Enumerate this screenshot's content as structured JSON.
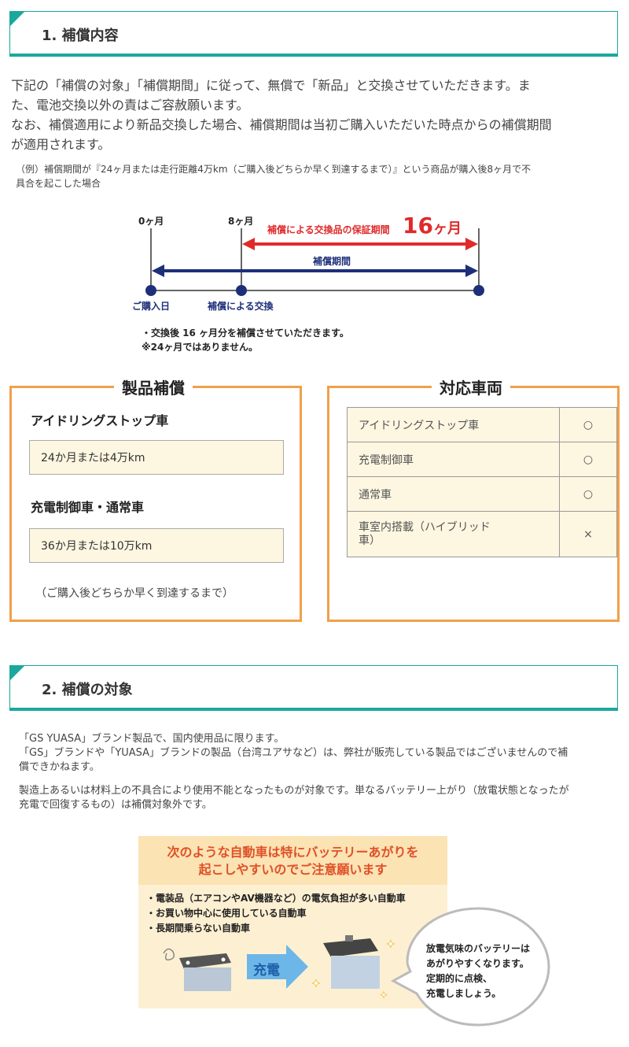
{
  "section1": {
    "title": "1. 補償内容",
    "para1": "下記の「補償の対象」「補償期間」に従って、無償で「新品」と交換させていただきます。ま",
    "para2": "た、電池交換以外の責はご容赦願います。",
    "para3": "なお、補償適用により新品交換した場合、補償期間は当初ご購入いただいた時点からの補償期間",
    "para4": "が適用されます。",
    "example1": "（例）補償期間が『24ヶ月または走行距離4万km（ご購入後どちらか早く到達するまで）』という商品が購入後8ヶ月で不",
    "example2": "具合を起こした場合"
  },
  "diagram": {
    "month0": "0ヶ月",
    "month8": "8ヶ月",
    "exchange_label": "補償による交換品の保証期間",
    "exchange_months": "16",
    "exchange_unit": "ヶ月",
    "period_label": "補償期間",
    "purchase_day": "ご購入日",
    "exchange_point": "補償による交換",
    "note1": "・交換後 16 ヶ月分を補償させていただきます。",
    "note2": "※24ヶ月ではありません。",
    "red": "#e02a2a",
    "navy": "#1e2f7a"
  },
  "product_box": {
    "title": "製品補償",
    "heading1": "アイドリングストップ車",
    "value1": "24か月または4万km",
    "heading2": "充電制御車・通常車",
    "value2": "36か月または10万km",
    "footnote": "（ご購入後どちらか早く到達するまで）"
  },
  "vehicle_box": {
    "title": "対応車両",
    "rows": [
      {
        "name": "アイドリングストップ車",
        "mark": "○"
      },
      {
        "name": "充電制御車",
        "mark": "○"
      },
      {
        "name": "通常車",
        "mark": "○"
      },
      {
        "name1": "車室内搭載（ハイブリッド",
        "name2": "車）",
        "mark": "×"
      }
    ]
  },
  "section2": {
    "title": "2. 補償の対象",
    "line1": "「GS YUASA」ブランド製品で、国内使用品に限ります。",
    "line2": "「GS」ブランドや「YUASA」ブランドの製品（台湾ユアサなど）は、弊社が販売している製品ではございませんので補",
    "line3": "償できかねます。",
    "line4": "製造上あるいは材料上の不具合により使用不能となったものが対象です。単なるバッテリー上がり（放電状態となったが",
    "line5": "充電で回復するもの）は補償対象外です。"
  },
  "callout": {
    "head1": "次のような自動車は特にバッテリーあがりを",
    "head2": "起こしやすいのでご注意願います",
    "bullets": [
      "・電装品（エアコンやAV機器など）の電気負担が多い自動車",
      "・お買い物中心に使用している自動車",
      "・長期間乗らない自動車"
    ],
    "charge": "充電",
    "bubble": [
      "放電気味のバッテリーは",
      "あがりやすくなります。",
      "定期的に点検、",
      "充電しましょう。"
    ],
    "accent": "#f0a04b"
  }
}
